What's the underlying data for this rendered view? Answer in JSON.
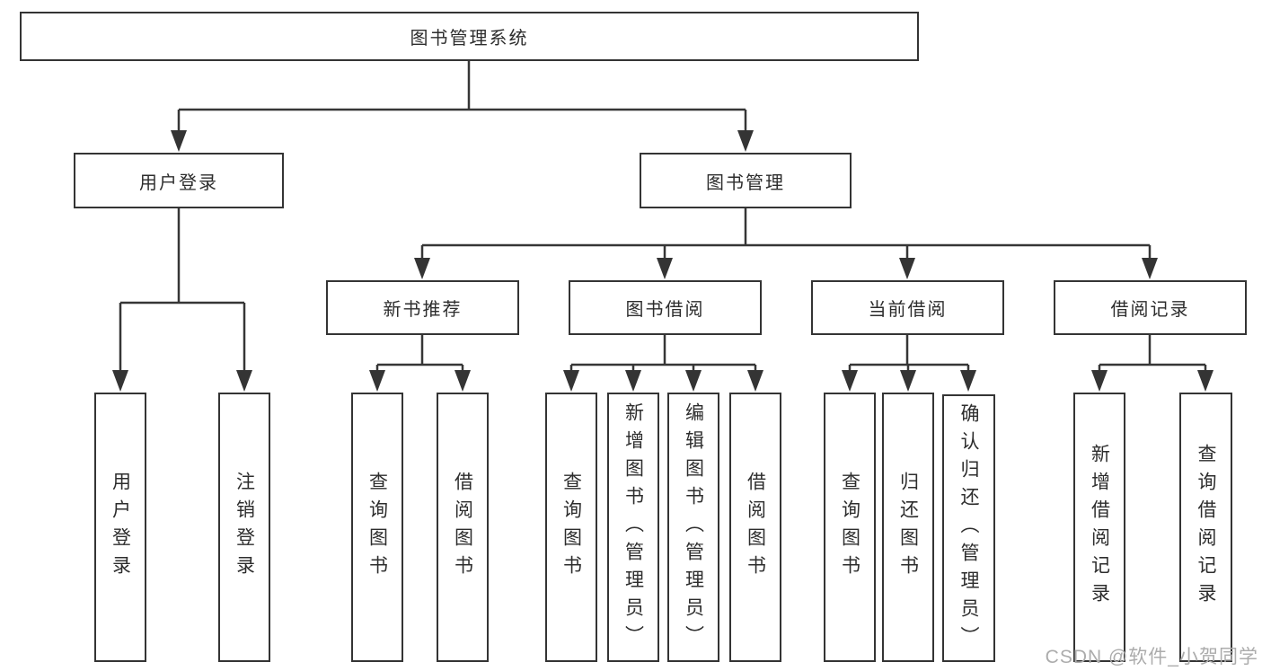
{
  "watermark": "CSDN @软件_小贺同学",
  "colors": {
    "background": "#ffffff",
    "box_border": "#343434",
    "box_fill": "#ffffff",
    "connector_line": "#363636",
    "text": "#2d2d2d",
    "watermark": "#acacac"
  },
  "tree": {
    "label": "图书管理系统",
    "children": [
      {
        "label": "用户登录",
        "children": [
          {
            "label": "用户登录"
          },
          {
            "label": "注销登录"
          }
        ]
      },
      {
        "label": "图书管理",
        "children": [
          {
            "label": "新书推荐",
            "children": [
              {
                "label": "查询图书"
              },
              {
                "label": "借阅图书"
              }
            ]
          },
          {
            "label": "图书借阅",
            "children": [
              {
                "label": "查询图书"
              },
              {
                "label": "新增图书（管理员）"
              },
              {
                "label": "编辑图书（管理员）"
              },
              {
                "label": "借阅图书"
              }
            ]
          },
          {
            "label": "当前借阅",
            "children": [
              {
                "label": "查询图书"
              },
              {
                "label": "归还图书"
              },
              {
                "label": "确认归还（管理员）"
              }
            ]
          },
          {
            "label": "借阅记录",
            "children": [
              {
                "label": "新增借阅记录"
              },
              {
                "label": "查询借阅记录"
              }
            ]
          }
        ]
      }
    ]
  }
}
